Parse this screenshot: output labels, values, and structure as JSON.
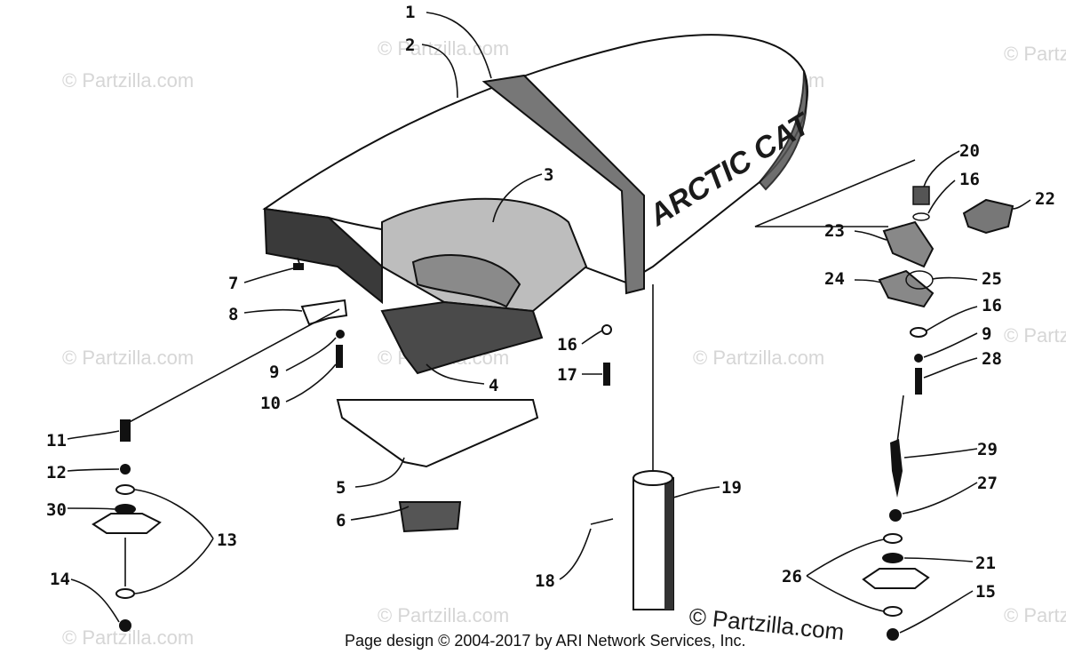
{
  "watermark_text": "© Partzilla.com",
  "brand_text": "ARCTIC CAT",
  "footer_text": "Page design © 2004-2017 by ARI Network Services, Inc.",
  "callouts": [
    "1",
    "2",
    "3",
    "4",
    "5",
    "6",
    "7",
    "8",
    "9",
    "10",
    "11",
    "12",
    "13",
    "14",
    "15",
    "16",
    "16",
    "16",
    "17",
    "18",
    "19",
    "20",
    "21",
    "22",
    "23",
    "24",
    "25",
    "26",
    "27",
    "28",
    "29",
    "30"
  ],
  "callout_9b": "9"
}
